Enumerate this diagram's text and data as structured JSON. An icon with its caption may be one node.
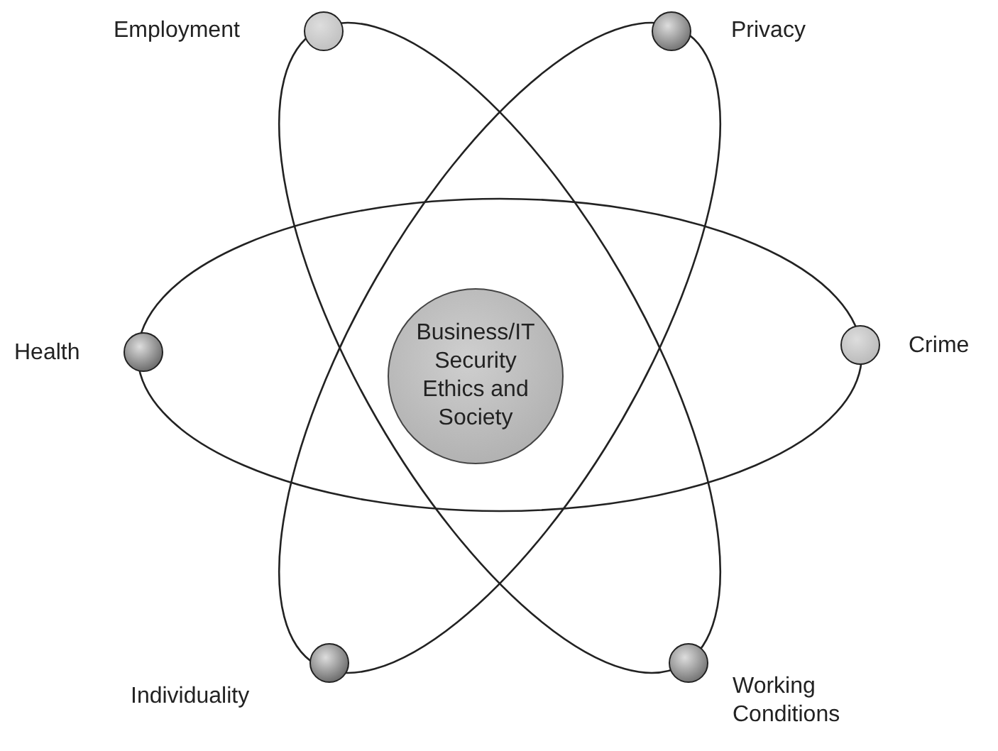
{
  "diagram": {
    "nodes": [
      {
        "text": [
          "Business/IT Security Ethics and Society"
        ]
      },
      {
        "text": [],
        "shape": "circle",
        "beside": [
          "Employment"
        ]
      },
      {
        "text": [],
        "shape": "circle",
        "beside": [
          "Privacy"
        ]
      },
      {
        "text": [],
        "shape": "circle",
        "beside": [
          "Health"
        ]
      },
      {
        "text": [],
        "shape": "circle",
        "beside": [
          "Crime"
        ]
      },
      {
        "text": [],
        "shape": "circle",
        "beside": [
          "Individuality"
        ]
      },
      {
        "text": [],
        "shape": "circle",
        "beside": [
          "Working Conditions"
        ]
      }
    ]
  }
}
